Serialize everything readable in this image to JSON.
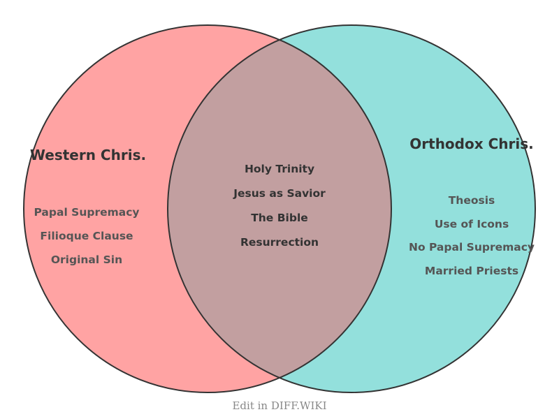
{
  "diagram": {
    "type": "venn-2-set",
    "background_color": "#ffffff",
    "stroke_color": "#333333",
    "left": {
      "title": "Western Chris.",
      "fill_color": "#ffa3a3",
      "items": [
        "Papal Supremacy",
        "Filioque Clause",
        "Original Sin"
      ]
    },
    "right": {
      "title": "Orthodox Chris.",
      "fill_color": "#93e0dc",
      "items": [
        "Theosis",
        "Use of Icons",
        "No Papal Supremacy",
        "Married Priests"
      ]
    },
    "intersection": {
      "fill_color": "#c29fa0",
      "items": [
        "Holy Trinity",
        "Jesus as Savior",
        "The Bible",
        "Resurrection"
      ]
    }
  },
  "footer": {
    "label": "Edit in DIFF.WIKI",
    "color": "#888888"
  }
}
